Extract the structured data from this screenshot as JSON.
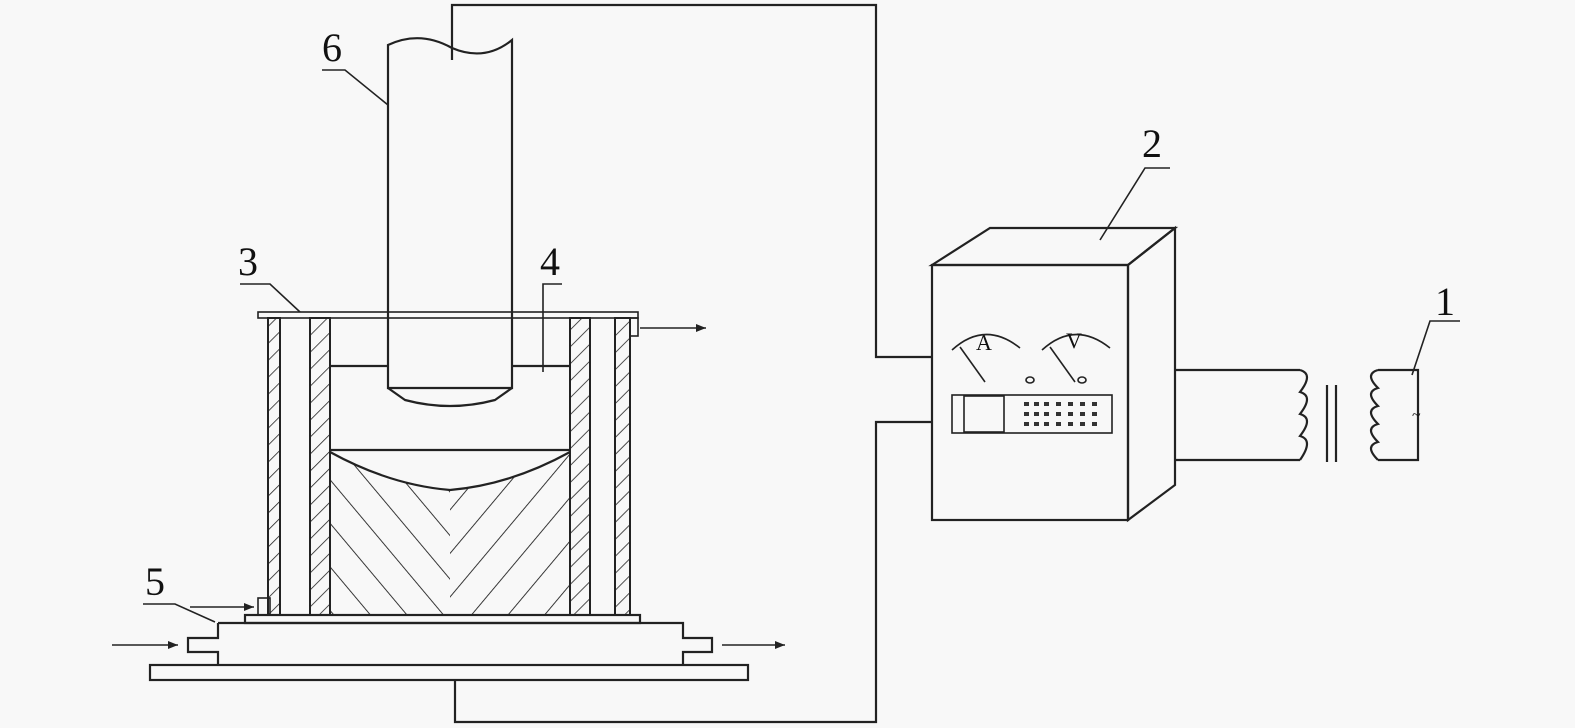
{
  "labels": {
    "power_supply": "1",
    "control_cabinet": "2",
    "mold": "3",
    "slag_bath": "4",
    "bottom_plate": "5",
    "electrode": "6"
  },
  "meters": {
    "ammeter": "A",
    "voltmeter": "V"
  },
  "ac_symbol": "~",
  "colors": {
    "line": "#222222",
    "background": "#f8f8f8"
  }
}
